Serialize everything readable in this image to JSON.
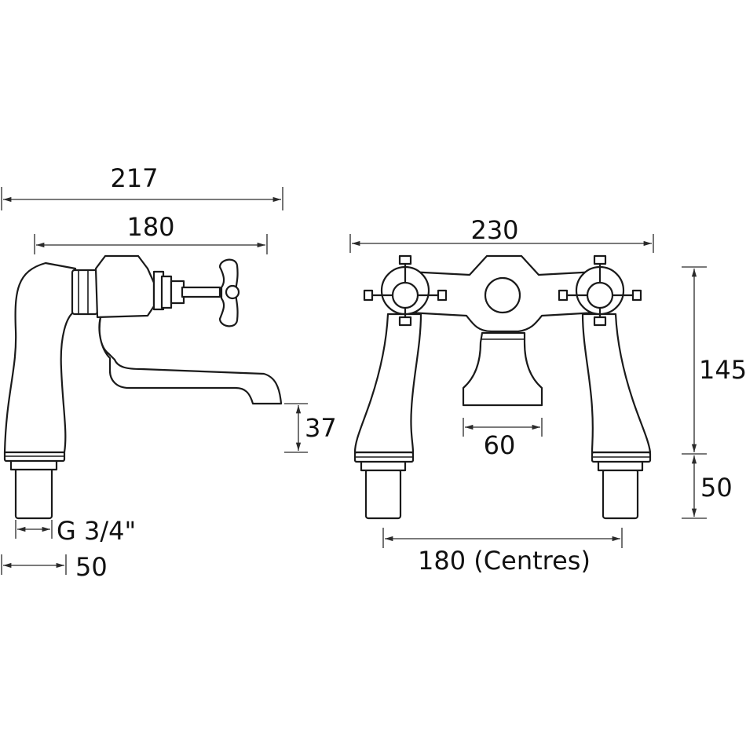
{
  "side_view": {
    "overall_length": "217",
    "body_length": "180",
    "spout_height": "37",
    "thread_size": "G 3/4\"",
    "tail_length": "50"
  },
  "front_view": {
    "overall_width": "230",
    "spout_width": "60",
    "body_height": "145",
    "tail_height": "50",
    "centres": "180 (Centres)"
  }
}
